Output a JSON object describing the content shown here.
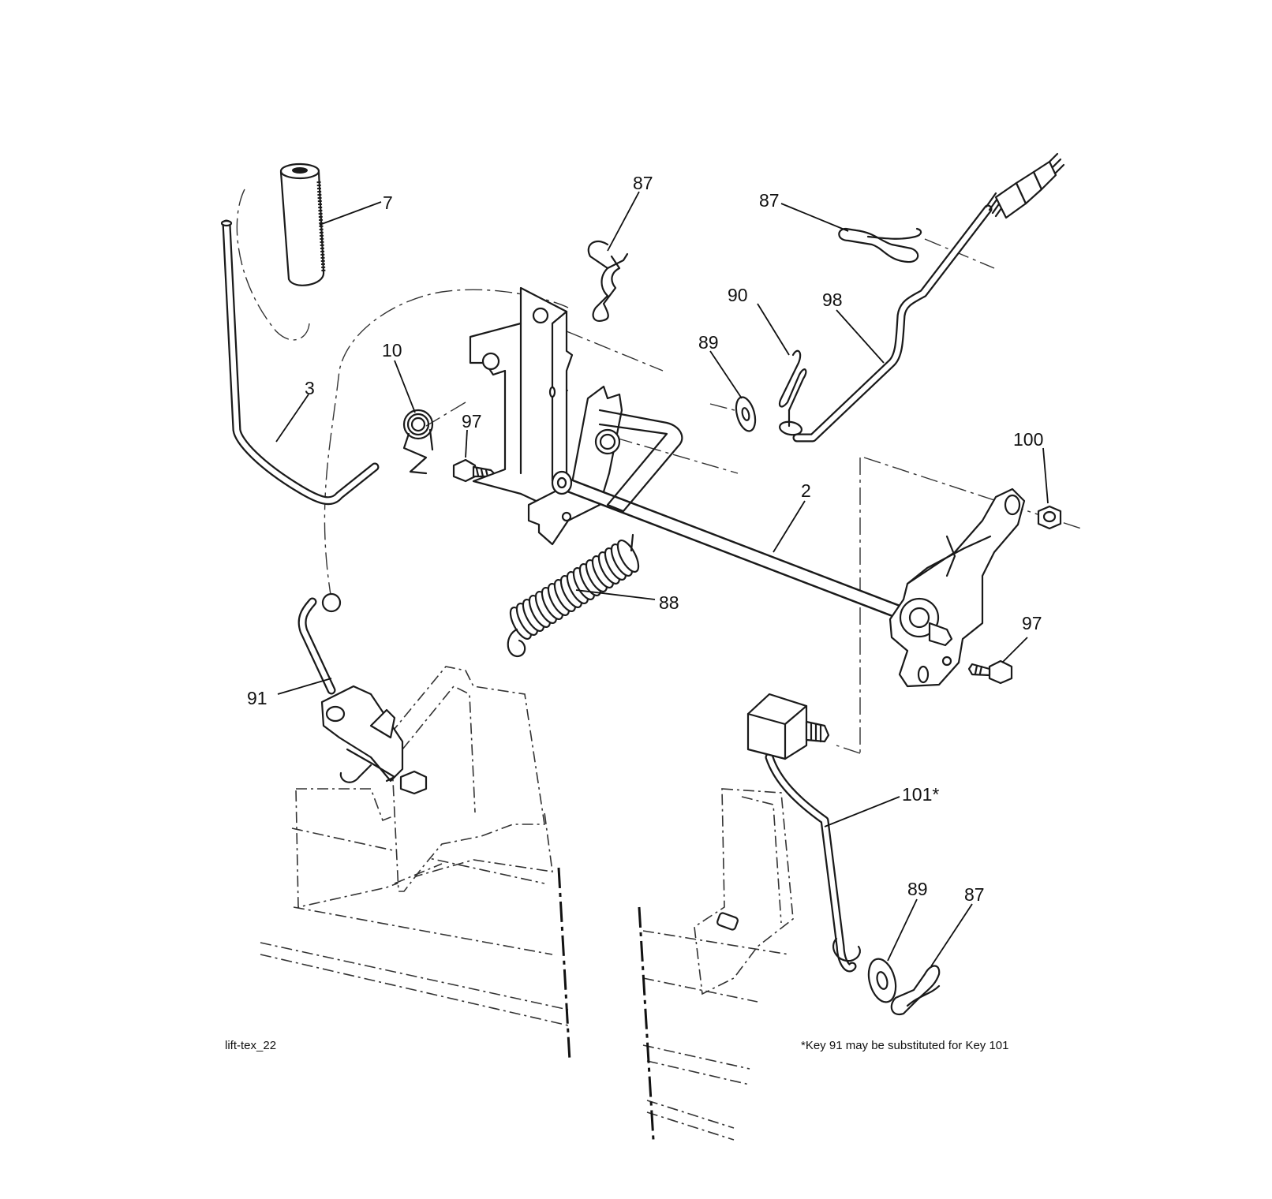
{
  "diagram_id": "lift-tex_22",
  "footnote": "*Key 91 may be substituted for Key 101",
  "callouts": {
    "c7": "7",
    "c3": "3",
    "c10": "10",
    "c97a": "97",
    "c87a": "87",
    "c87b": "87",
    "c90": "90",
    "c89a": "89",
    "c98": "98",
    "c100": "100",
    "c2": "2",
    "c88": "88",
    "c97b": "97",
    "c91": "91",
    "c101": "101*",
    "c89b": "89",
    "c87c": "87"
  }
}
